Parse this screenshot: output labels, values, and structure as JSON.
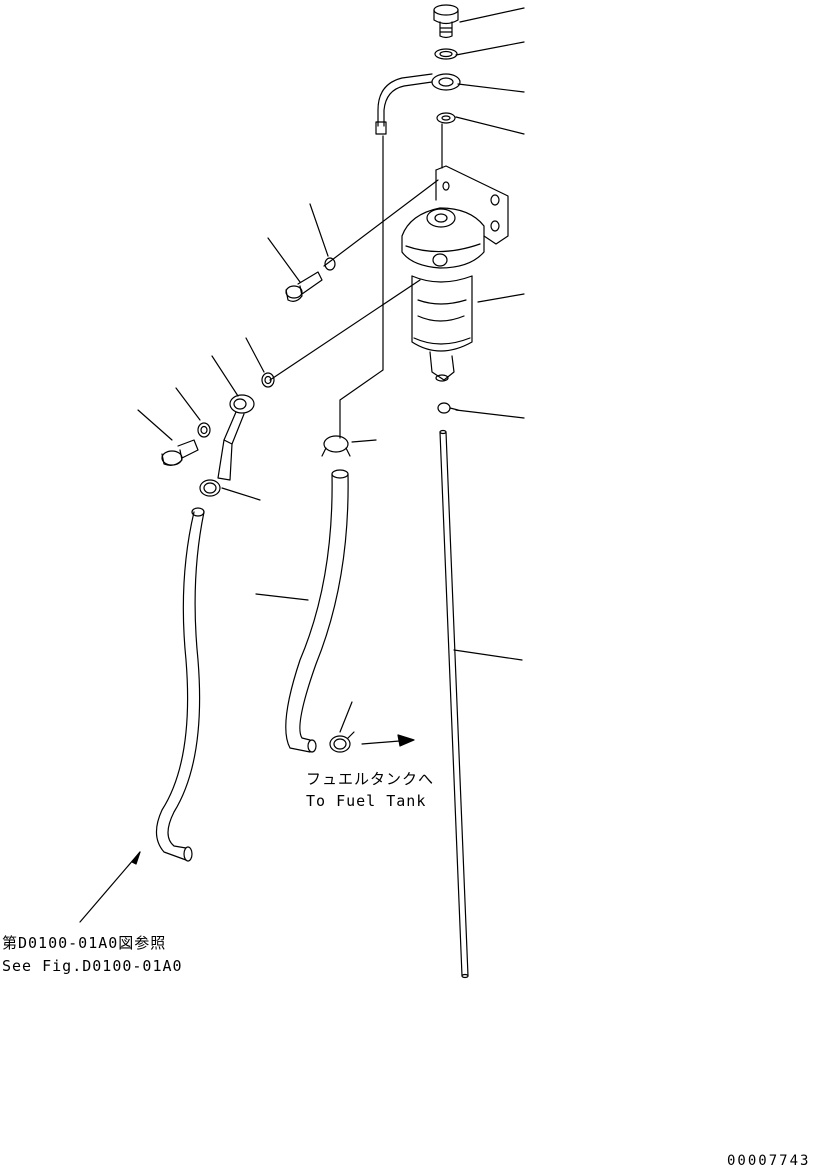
{
  "callouts": {
    "fuel_tank_jp": "フュエルタンクへ",
    "fuel_tank_en": "To Fuel Tank",
    "see_fig_jp": "第D0100-01A0図参照",
    "see_fig_en": "See Fig.D0100-01A0"
  },
  "drawing_number": "00007743"
}
